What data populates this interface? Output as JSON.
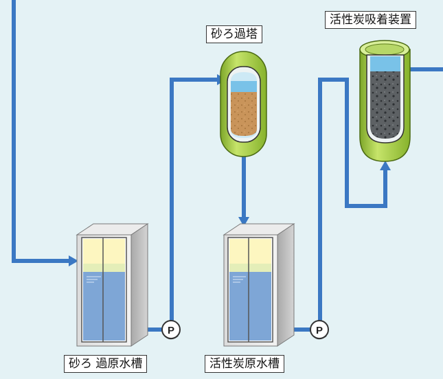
{
  "labels": {
    "sand_filter_tower": "砂ろ過塔",
    "activated_carbon_device": "活性炭吸着装置",
    "sand_filter_raw_tank": "砂ろ 過原水槽",
    "activated_carbon_raw_tank": "活性炭原水槽"
  },
  "pumps": {
    "pump_1": "P",
    "pump_2": "P"
  },
  "colors": {
    "pipe": "#3b78c3",
    "background": "#e4f2f5",
    "vessel": "#a7cf3c",
    "sand": "#c9945a",
    "carbon": "#55595c",
    "water": "#7ea6d6",
    "tank_top": "#fdf6c0"
  }
}
